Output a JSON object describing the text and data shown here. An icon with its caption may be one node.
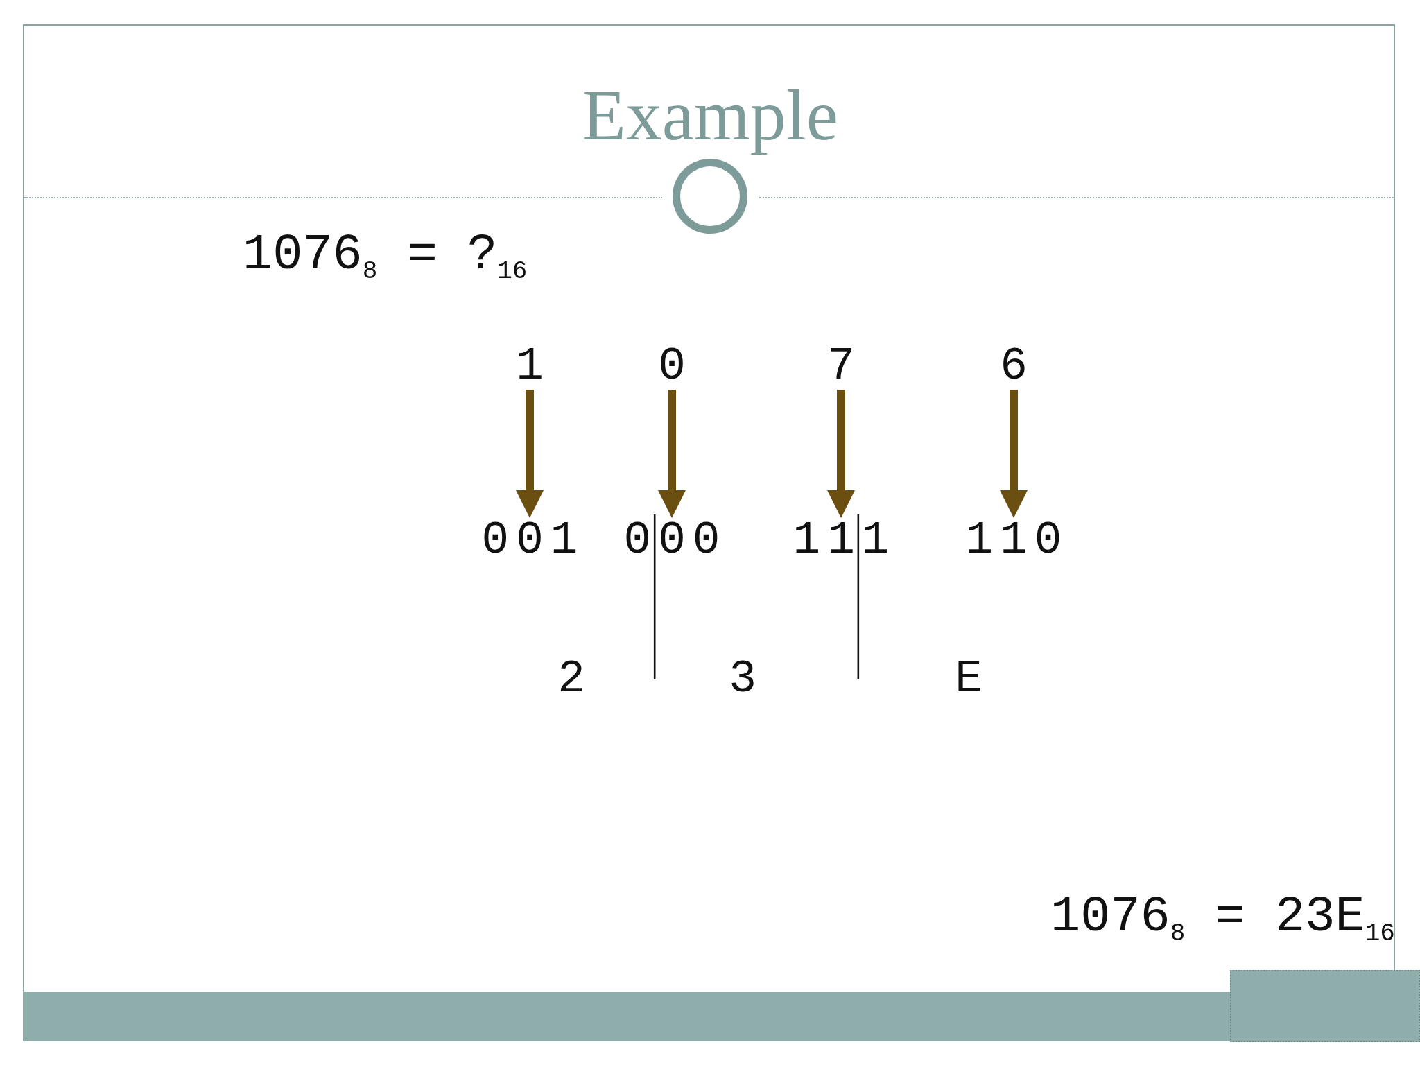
{
  "diagram": {
    "title": "Example",
    "nodes": [
      {
        "text": [
          "1"
        ]
      },
      {
        "text": [
          "0"
        ]
      },
      {
        "text": [
          "7"
        ]
      },
      {
        "text": [
          "6"
        ]
      },
      {
        "text": [
          "001"
        ]
      },
      {
        "text": [
          "000"
        ]
      },
      {
        "text": [
          "111"
        ]
      },
      {
        "text": [
          "110"
        ]
      }
    ],
    "edges": [
      {
        "from": 0,
        "to": 4,
        "arrow": "to"
      },
      {
        "from": 1,
        "to": 5,
        "arrow": "to"
      },
      {
        "from": 2,
        "to": 6,
        "arrow": "to"
      },
      {
        "from": 3,
        "to": 7,
        "arrow": "to"
      }
    ],
    "labels": [
      "1076$_{8}$ = ?$_{16}$",
      "2",
      "3",
      "E",
      "1076$_{8}$ = 23E$_{16}$"
    ]
  }
}
